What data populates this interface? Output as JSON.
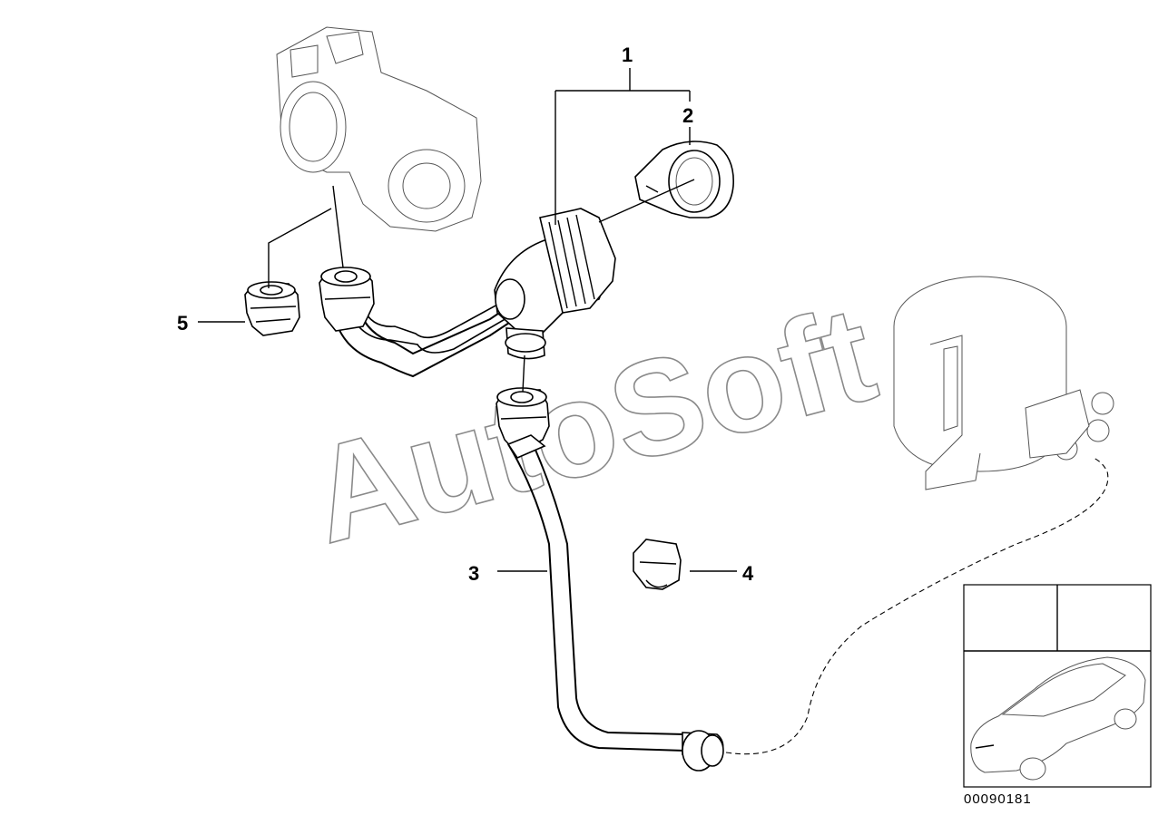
{
  "diagram": {
    "callouts": [
      "1",
      "2",
      "3",
      "4",
      "5"
    ],
    "watermark": "AutoSoft",
    "catalog_number": "00090181"
  },
  "colors": {
    "line": "#000000",
    "watermark": "#8a8a8a",
    "background": "#ffffff"
  }
}
